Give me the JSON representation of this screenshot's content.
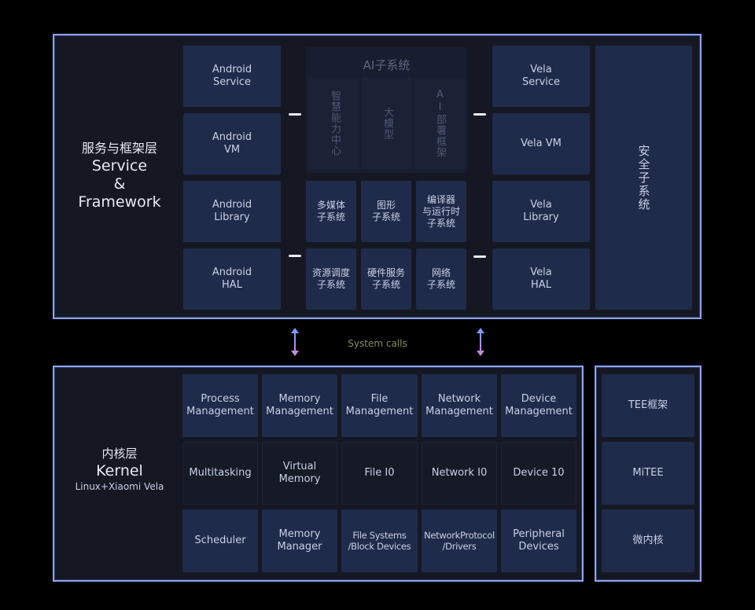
{
  "service_layer": {
    "title_zh": "服务与框架层",
    "title_en_1": "Service",
    "title_en_2": "&",
    "title_en_3": "Framework",
    "android": [
      {
        "label": "Android\nService"
      },
      {
        "label": "Android\nVM"
      },
      {
        "label": "Android\nLibrary"
      },
      {
        "label": "Android\nHAL"
      }
    ],
    "ai_subsystem": {
      "title": "AI子系统",
      "columns": [
        {
          "label": "智慧能力中心"
        },
        {
          "label": "大模型"
        },
        {
          "label": "AI部署框架"
        }
      ]
    },
    "middle_grid": [
      {
        "label": "多媒体\n子系统"
      },
      {
        "label": "图形\n子系统"
      },
      {
        "label": "编译器\n与运行时\n子系统"
      },
      {
        "label": "资源调度\n子系统"
      },
      {
        "label": "硬件服务\n子系统"
      },
      {
        "label": "网络\n子系统"
      }
    ],
    "vela": [
      {
        "label": "Vela\nService"
      },
      {
        "label": "Vela VM"
      },
      {
        "label": "Vela\nLibrary"
      },
      {
        "label": "Vela\nHAL"
      }
    ],
    "security": {
      "label": "安全子系统"
    }
  },
  "system_calls": {
    "label": "System calls"
  },
  "kernel_layer": {
    "title_zh": "内核层",
    "title_en": "Kernel",
    "subtitle": "Linux+Xiaomi Vela",
    "rows": [
      [
        {
          "label": "Process\nManagement"
        },
        {
          "label": "Memory\nManagement"
        },
        {
          "label": "File\nManagement"
        },
        {
          "label": "Network\nManagement"
        },
        {
          "label": "Device\nManagement"
        }
      ],
      [
        {
          "label": "Multitasking"
        },
        {
          "label": "Virtual\nMemory"
        },
        {
          "label": "File I0"
        },
        {
          "label": "Network I0"
        },
        {
          "label": "Device 10"
        }
      ],
      [
        {
          "label": "Scheduler"
        },
        {
          "label": "Memory\nManager"
        },
        {
          "label": "File Systems\n/Block Devices"
        },
        {
          "label": "NetworkProtocol\n/Drivers"
        },
        {
          "label": "Peripheral\nDevices"
        }
      ]
    ]
  },
  "tee_stack": [
    {
      "label": "TEE框架"
    },
    {
      "label": "MiTEE"
    },
    {
      "label": "微内核"
    }
  ],
  "colors": {
    "frame_border": "#8ea3e8",
    "cell_bg": "#1f2b4a",
    "dark_cell_bg": "#161a26",
    "panel_bg": "#151823",
    "arrow_gradient_top": "#7f9cff",
    "arrow_gradient_bottom": "#c48be0",
    "syscall_text": "#8a8a5e"
  }
}
